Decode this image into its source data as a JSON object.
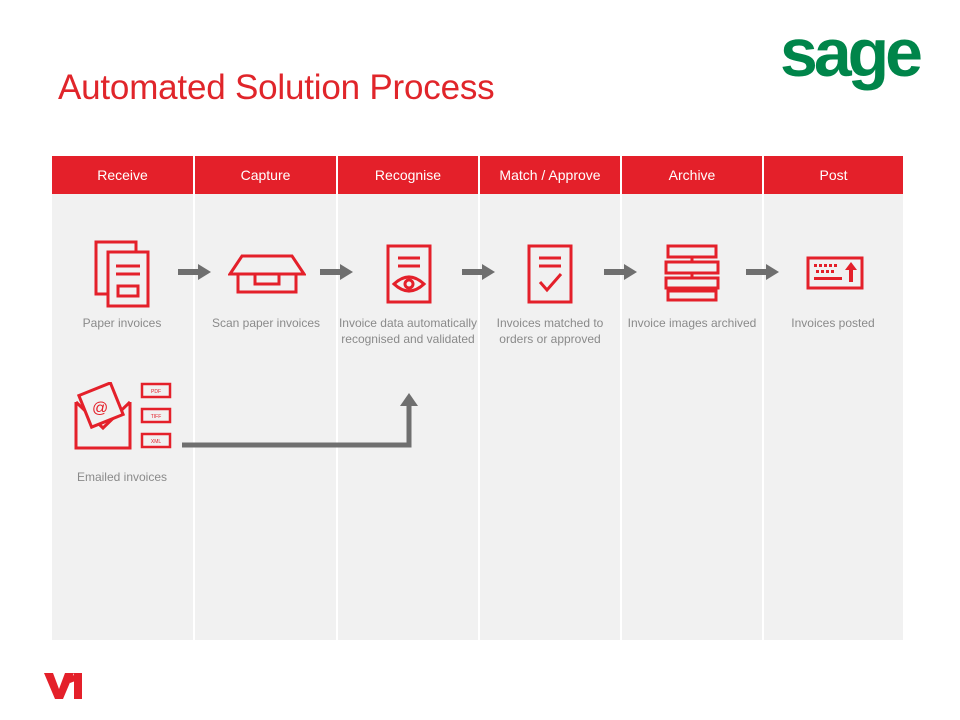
{
  "title": "Automated Solution Process",
  "brand": {
    "logo_text": "sage",
    "logo_color": "#00854a",
    "footer_logo_text": "V1",
    "accent": "#e4202a"
  },
  "columns": [
    {
      "header": "Receive",
      "step_label": "Paper invoices",
      "icon": "paper-stack-icon"
    },
    {
      "header": "Capture",
      "step_label": "Scan paper invoices",
      "icon": "scanner-icon"
    },
    {
      "header": "Recognise",
      "step_label": "Invoice data automatically recognised and validated",
      "icon": "document-eye-icon"
    },
    {
      "header": "Match / Approve",
      "step_label": "Invoices matched to orders or approved",
      "icon": "document-check-icon"
    },
    {
      "header": "Archive",
      "step_label": "Invoice images archived",
      "icon": "archive-stack-icon"
    },
    {
      "header": "Post",
      "step_label": "Invoices posted",
      "icon": "keyboard-icon"
    }
  ],
  "email": {
    "label": "Emailed invoices",
    "formats": [
      "PDF",
      "TIFF",
      "XML"
    ],
    "at_sign": "@"
  }
}
